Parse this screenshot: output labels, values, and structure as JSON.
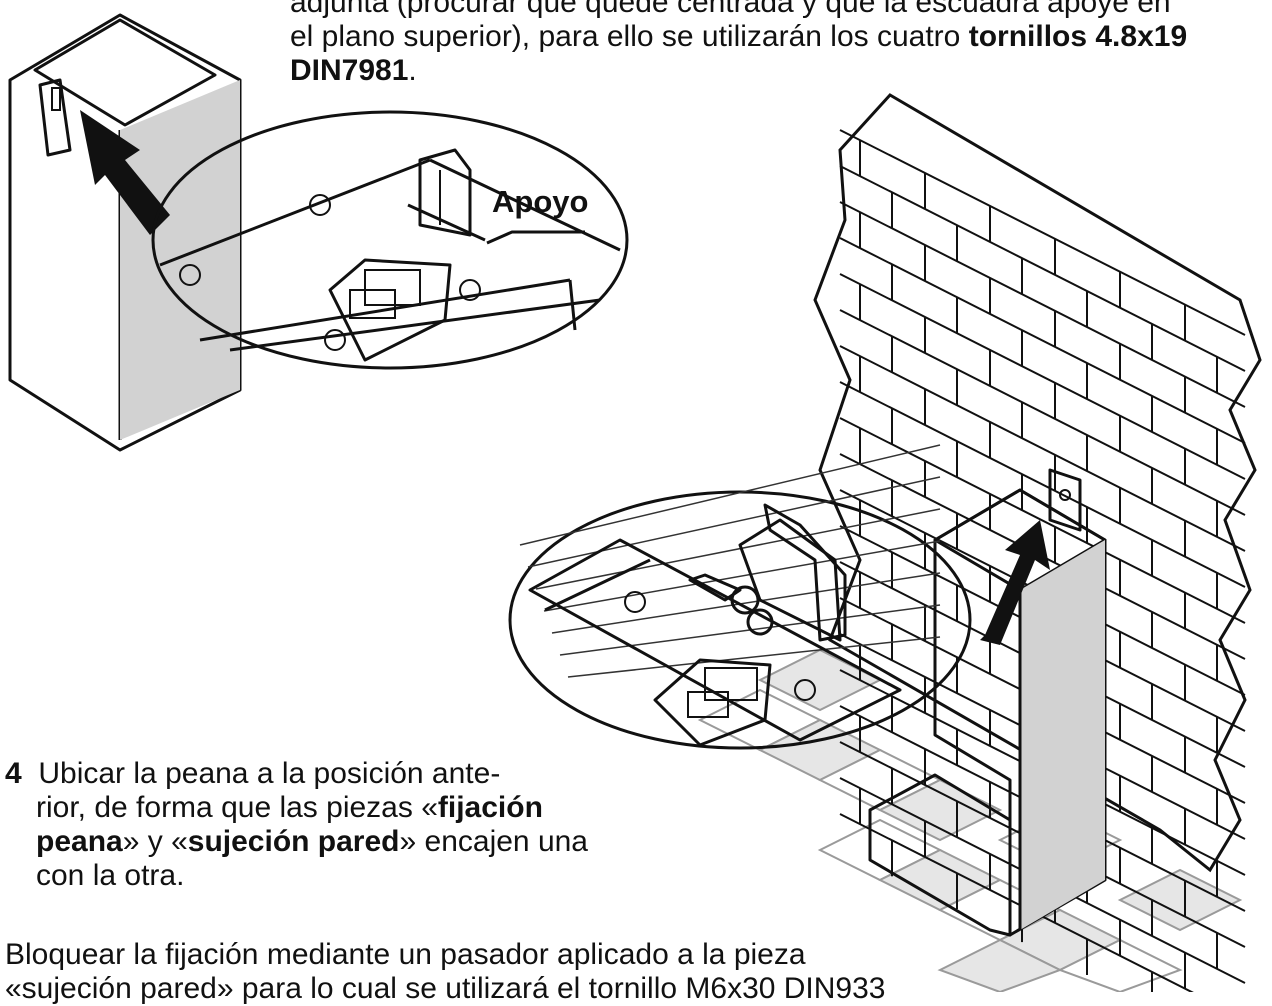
{
  "intro": {
    "line1": "adjunta (procurar que quede centrada y que la escuadra apoye en",
    "line2_text": "el plano superior), para ello se utilizarán los cuatro ",
    "line2_bold": "tornillos 4.8x19",
    "line3_bold": "DIN7981",
    "line3_text": "."
  },
  "callout": {
    "label": "Apoyo"
  },
  "step4": {
    "number": "4",
    "line1": "Ubicar la peana a la posición ante-",
    "line2_a": "rior, de forma que las piezas «",
    "line2_b": "fijación",
    "line3_a": "peana",
    "line3_b": "» y «",
    "line3_c": "sujeción pared",
    "line3_d": "» encajen una",
    "line4": "con la otra."
  },
  "bottom": {
    "line1": "Bloquear la fijación mediante un pasador aplicado a la pieza",
    "line2": "«sujeción pared» para lo cual se utilizará el tornillo M6x30 DIN933"
  }
}
